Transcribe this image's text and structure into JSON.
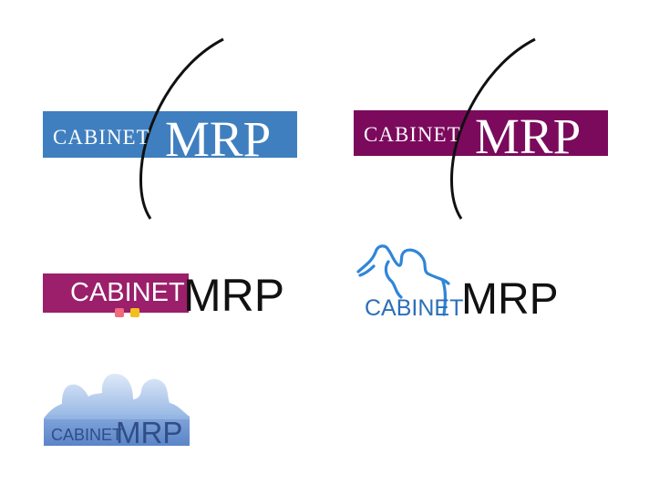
{
  "logos": [
    {
      "variant": "blue serif",
      "cabinet": "CABINET",
      "mrp": "MRP",
      "bar_color": "#3f7fc0",
      "text_color": "#ffffff",
      "arc_color": "#111111"
    },
    {
      "variant": "purple serif",
      "cabinet": "CABINET",
      "mrp": "MRP",
      "bar_color": "#7b0a5d",
      "text_color": "#ffffff",
      "arc_color": "#111111"
    },
    {
      "variant": "purple block",
      "cabinet": "CABINET",
      "mrp": "MRP",
      "bar_color": "#9b1f6a",
      "text_color": "#ffffff",
      "mrp_color": "#111111",
      "dot_colors": [
        "#ef6b7d",
        "#f3bf1d"
      ]
    },
    {
      "variant": "blue outline people",
      "cabinet": "CABINET",
      "mrp": "MRP",
      "outline_color": "#2f86d8",
      "cabinet_color": "#2c6fb8",
      "mrp_color": "#111111"
    },
    {
      "variant": "blue silhouette people",
      "cabinet": "CABINET",
      "mrp": "MRP",
      "silhouette_color": "#6f98d2",
      "base_color": "#5b85c8",
      "text_color": "#2f4e86"
    }
  ]
}
